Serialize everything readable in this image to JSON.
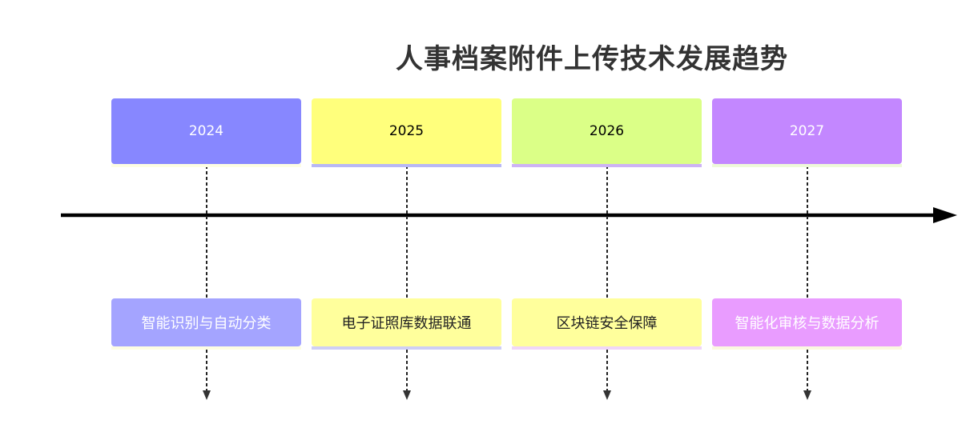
{
  "diagram": {
    "title": "人事档案附件上传技术发展趋势",
    "colors": {
      "axis": "#000000",
      "connector": "#222222"
    },
    "periods": [
      {
        "label": "2024",
        "header_color": "#8787ff",
        "header_text_color": "#ffffff",
        "header_underline": "#fdfde3",
        "event": "智能识别与自动分类",
        "event_color": "#a4a4ff",
        "event_text_color": "#ffffff",
        "event_underline": "#fdfde3"
      },
      {
        "label": "2025",
        "header_color": "#ffff7c",
        "header_text_color": "#000000",
        "header_underline": "#b8b8f5",
        "event": "电子证照库数据联通",
        "event_color": "#ffff9c",
        "event_text_color": "#222222",
        "event_underline": "#cfcff5"
      },
      {
        "label": "2026",
        "header_color": "#dbff87",
        "header_text_color": "#000000",
        "header_underline": "#cdb3f5",
        "event": "区块链安全保障",
        "event_color": "#ffff9c",
        "event_text_color": "#222222",
        "event_underline": "#f0d6f7"
      },
      {
        "label": "2027",
        "header_color": "#c387ff",
        "header_text_color": "#ffffff",
        "header_underline": "#eef9d9",
        "event": "智能化审核与数据分析",
        "event_color": "#e99cff",
        "event_text_color": "#ffffff",
        "event_underline": "#fbf8e0"
      }
    ]
  }
}
